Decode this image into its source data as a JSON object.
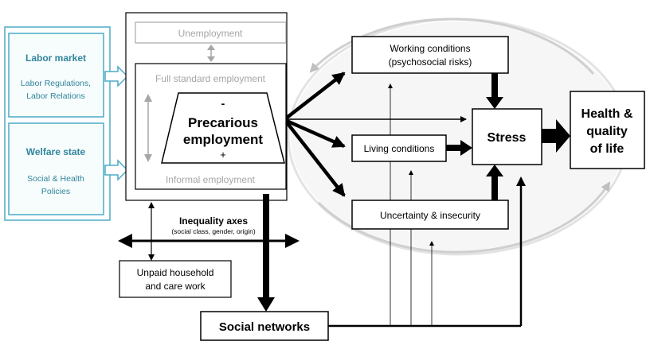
{
  "colors": {
    "teal": "#4bacc6",
    "teal_dark": "#31859c",
    "teal_fill": "#f2fafc",
    "grey_oval": "#e6e6e6",
    "grey_text": "#a6a6a6",
    "black": "#000000"
  },
  "labor_market": {
    "title": "Labor market",
    "line1": "Labor Regulations,",
    "line2": "Labor Relations"
  },
  "welfare_state": {
    "title": "Welfare state",
    "line1": "Social & Health",
    "line2": "Policies"
  },
  "employment": {
    "unemployment": "Unemployment",
    "full_standard": "Full standard employment",
    "minus": "-",
    "precarious_line1": "Precarious",
    "precarious_line2": "employment",
    "plus": "+",
    "informal": "Informal employment"
  },
  "inequality": {
    "title": "Inequality axes",
    "subtitle": "(social class, gender, origin)"
  },
  "unpaid": {
    "line1": "Unpaid household",
    "line2": "and care work"
  },
  "social_networks": "Social networks",
  "working_conditions": {
    "line1": "Working conditions",
    "line2": "(psychosocial risks)"
  },
  "living_conditions": "Living conditions",
  "uncertainty": "Uncertainty & insecurity",
  "stress": "Stress",
  "health": {
    "line1": "Health &",
    "line2": "quality",
    "line3": "of life"
  }
}
